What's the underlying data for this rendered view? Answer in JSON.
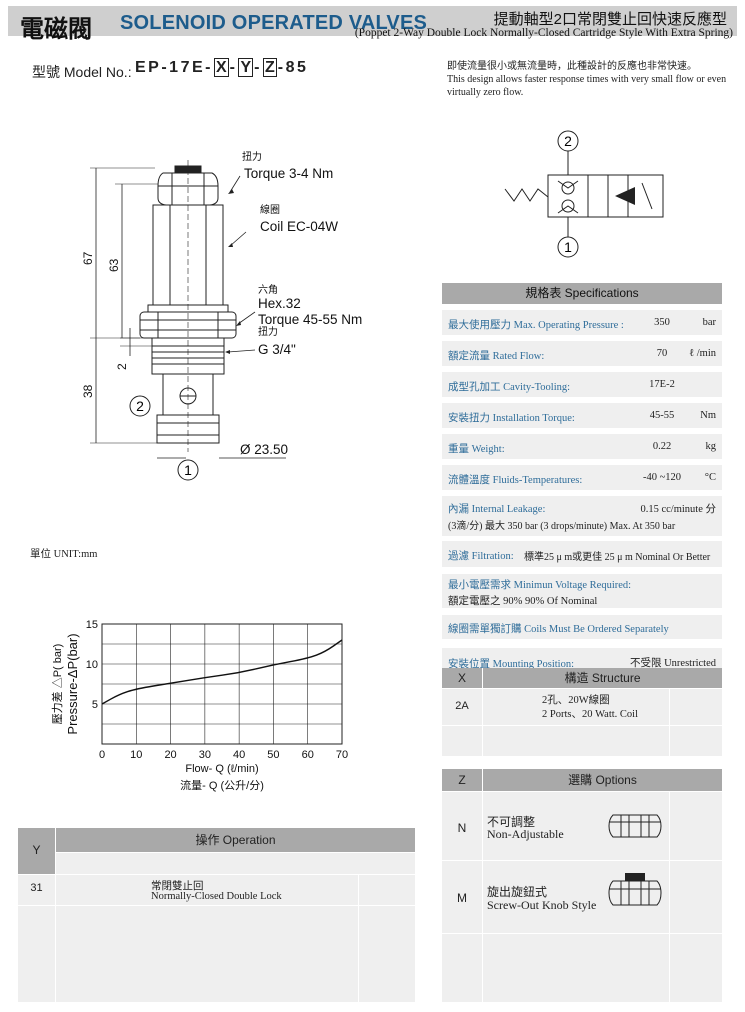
{
  "header": {
    "title_cn": "電磁閥",
    "title_en": "SOLENOID OPERATED VALVES",
    "subtitle_cn": "提動軸型2口常閉雙止回快速反應型",
    "subtitle_en": "(Poppet 2-Way Double Lock Normally-Closed Cartridge Style With Extra Spring)"
  },
  "model": {
    "label": "型號 Model No.:",
    "prefix": "EP-17E-",
    "x": "X",
    "y": "Y",
    "z": "Z",
    "suffix": "-85",
    "dash": "-"
  },
  "description": {
    "cn": "即使流量很小或無流量時，此種設計的反應也非常快速。",
    "en": "This design allows faster response times with very small flow or even virtually zero flow."
  },
  "drawing": {
    "torque_cn": "扭力",
    "torque": "Torque 3-4 Nm",
    "coil_cn": "線圈",
    "coil": "Coil EC-04W",
    "hex_cn": "六角",
    "hex": "Hex.32",
    "torque2": "Torque 45-55 Nm",
    "torque2_cn": "扭力",
    "thread": "G 3/4\"",
    "dim_67": "67",
    "dim_63": "63",
    "dim_2": "2",
    "dim_38": "38",
    "dia": "Ø 23.50",
    "port1": "1",
    "port2": "2"
  },
  "symbol": {
    "port_top": "2",
    "port_bottom": "1"
  },
  "unit": "單位 UNIT:mm",
  "chart_data": {
    "type": "line",
    "x": [
      0,
      5,
      10,
      20,
      30,
      40,
      50,
      60,
      65,
      70
    ],
    "series": [
      {
        "name": "",
        "values": [
          5,
          6.2,
          6.9,
          7.6,
          8.3,
          8.9,
          9.9,
          10.7,
          11.5,
          13
        ]
      }
    ],
    "xticks": [
      0,
      10,
      20,
      30,
      40,
      50,
      60,
      70
    ],
    "yticks": [
      5,
      10,
      15
    ],
    "xlim": [
      0,
      70
    ],
    "ylim": [
      0,
      15
    ],
    "xlabel_en": "Flow- Q (ℓ/min)",
    "xlabel_cn": "流量- Q (公升/分)",
    "ylabel_en": "Pressure-ΔP(bar)",
    "ylabel_cn": "壓力差 △P( bar)",
    "grid": true
  },
  "specs": {
    "title": "規格表 Specifications",
    "rows": [
      {
        "label": "最大使用壓力 Max. Operating Pressure :",
        "value": "350",
        "unit": "bar"
      },
      {
        "label": "額定流量 Rated Flow:",
        "value": "70",
        "unit": "ℓ /min"
      },
      {
        "label": "成型孔加工 Cavity-Tooling:",
        "value": "17E-2",
        "unit": ""
      },
      {
        "label": "安裝扭力 Installation Torque:",
        "value": "45-55",
        "unit": "Nm"
      },
      {
        "label": "重量 Weight:",
        "value": "0.22",
        "unit": "kg"
      },
      {
        "label": "流體溫度 Fluids-Temperatures:",
        "value": "-40 ~120",
        "unit": "°C"
      }
    ],
    "leakage_label": "內漏 Internal Leakage:",
    "leakage_value": "0.15 cc/minute 分",
    "leakage_line2": "(3滴/分) 最大 350 bar   (3 drops/minute) Max. At 350 bar",
    "filtration_label": "過濾 Filtration:",
    "filtration_value": "標準25 μ m或更佳 25 μ m Nominal Or Better",
    "voltage_label": "最小電壓需求 Minimun Voltage Required:",
    "voltage_value": "額定電壓之 90%      90% Of Nominal",
    "coils_note": "線圈需單獨訂購 Coils Must Be Ordered Separately",
    "mounting_label": "安裝位置 Mounting Position:",
    "mounting_value": "不受限  Unrestricted"
  },
  "structure": {
    "key": "X",
    "title": "構造 Structure",
    "rows": [
      {
        "code": "2A",
        "cn": "2孔、20W線圈",
        "en": "2 Ports、20 Watt. Coil"
      }
    ]
  },
  "options": {
    "key": "Z",
    "title": "選購 Options",
    "rows": [
      {
        "code": "N",
        "cn": "不可調整",
        "en": "Non-Adjustable"
      },
      {
        "code": "M",
        "cn": "旋出旋鈕式",
        "en": "Screw-Out Knob Style"
      }
    ]
  },
  "operation": {
    "key": "Y",
    "title": "操作 Operation",
    "rows": [
      {
        "code": "31",
        "cn": "常閉雙止回",
        "en": "Normally-Closed Double Lock"
      }
    ]
  }
}
